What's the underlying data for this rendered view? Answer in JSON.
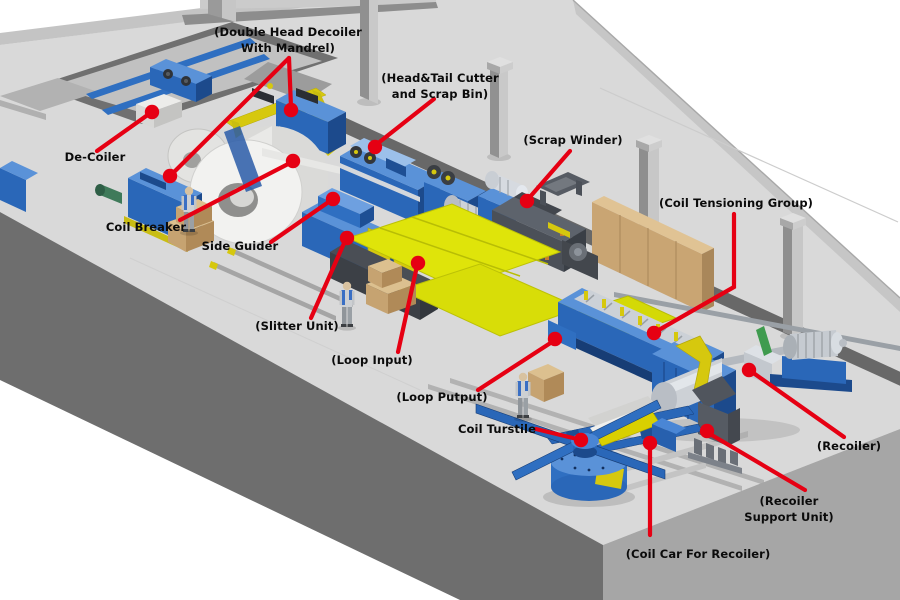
{
  "diagram": {
    "subject": "Steel coil slitting line — isometric equipment layout",
    "colors": {
      "leader_line": "#e60013",
      "label_text": "#0b0b0b",
      "floor": "#d9d9d9",
      "machine_blue": "#2a67b8",
      "machine_yellow": "#d6c80e",
      "sheet_yellow": "#dfe40a",
      "dark_machine": "#4b5058",
      "crate_tan": "#c9a573"
    },
    "labels": [
      {
        "id": "de-coiler",
        "text": "De-Coiler"
      },
      {
        "id": "double-head-decoiler",
        "text": "(Double Head Decoiler\nWith Mandrel)"
      },
      {
        "id": "coil-breaker",
        "text": "Coil Breaker"
      },
      {
        "id": "side-guider",
        "text": "Side Guider"
      },
      {
        "id": "head-tail-cutter",
        "text": "(Head&Tail Cutter\nand Scrap Bin)"
      },
      {
        "id": "scrap-winder",
        "text": "(Scrap Winder)"
      },
      {
        "id": "slitter-unit",
        "text": "(Slitter Unit)"
      },
      {
        "id": "loop-input",
        "text": "(Loop Input)"
      },
      {
        "id": "loop-output",
        "text": "(Loop Putput)"
      },
      {
        "id": "coil-turnstile",
        "text": "Coil Turstile"
      },
      {
        "id": "coil-tensioning-group",
        "text": "(Coil Tensioning Group)"
      },
      {
        "id": "recoiler",
        "text": "(Recoiler)"
      },
      {
        "id": "recoiler-support-unit",
        "text": "(Recoiler Support Unit)"
      },
      {
        "id": "coil-car-for-recoiler",
        "text": "(Coil Car For Recoiler)"
      }
    ]
  }
}
